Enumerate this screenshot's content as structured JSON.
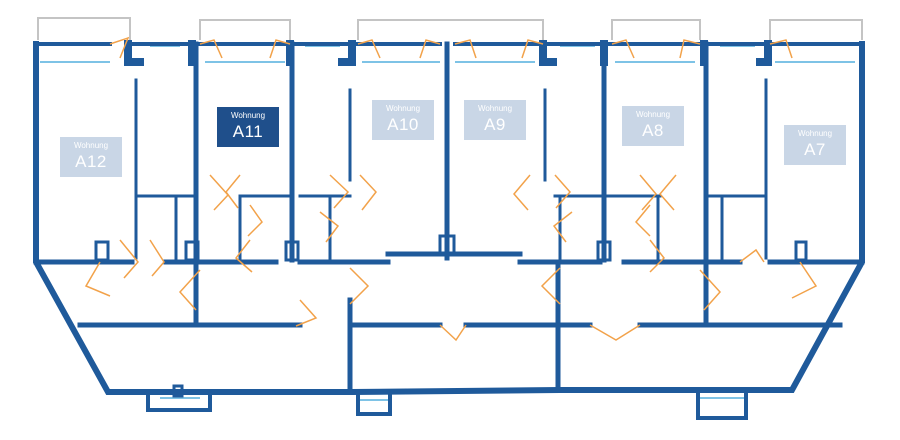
{
  "colors": {
    "wall": "#1f5a9b",
    "door": "#f2a24a",
    "window": "#7ec3e6",
    "balcony": "#c4c4c4",
    "label_inactive": "#c9d6e6",
    "label_active": "#1f4f8b"
  },
  "apartments": [
    {
      "prefix": "Wohnung",
      "id": "A12",
      "active": false
    },
    {
      "prefix": "Wohnung",
      "id": "A11",
      "active": true
    },
    {
      "prefix": "Wohnung",
      "id": "A10",
      "active": false
    },
    {
      "prefix": "Wohnung",
      "id": "A9",
      "active": false
    },
    {
      "prefix": "Wohnung",
      "id": "A8",
      "active": false
    },
    {
      "prefix": "Wohnung",
      "id": "A7",
      "active": false
    }
  ]
}
